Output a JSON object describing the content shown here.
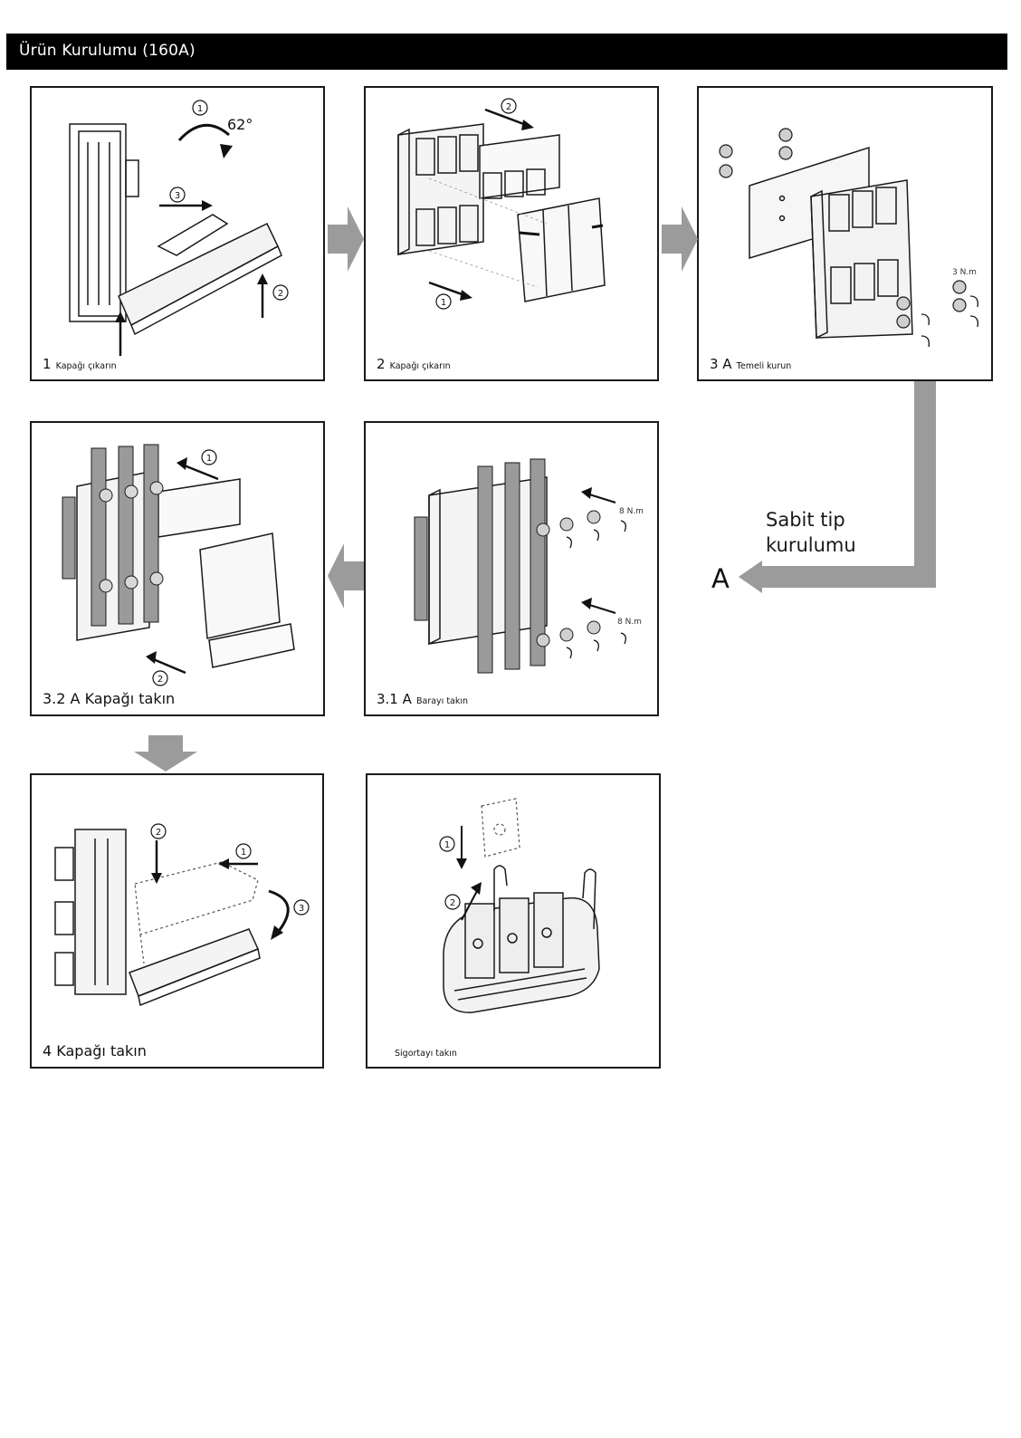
{
  "header": {
    "title": "Ürün Kurulumu (160A)"
  },
  "panels": [
    {
      "num": "1",
      "text": "Kapağı çıkarın",
      "angle": "62°"
    },
    {
      "num": "2",
      "text": "Kapağı çıkarın"
    },
    {
      "num": "3 A",
      "text": "Temeli kurun",
      "torque": "3 N.m"
    },
    {
      "num": "3.2 A",
      "text": "Kapağı takın"
    },
    {
      "num": "3.1 A",
      "text": "Barayı takın",
      "torque_top": "8 N.m",
      "torque_bottom": "8 N.m"
    },
    {
      "num": "4",
      "text": "Kapağı takın"
    },
    {
      "num": "",
      "text": "Sigortayı takın"
    }
  ],
  "steps": [
    "1",
    "2",
    "3"
  ],
  "fixed_type": {
    "line1": "Sabit tip",
    "line2": "kurulumu",
    "marker": "A"
  },
  "colors": {
    "header_bg": "#000000",
    "flow_arrow": "#9b9b9b",
    "line_art": "#1a1a1a"
  }
}
